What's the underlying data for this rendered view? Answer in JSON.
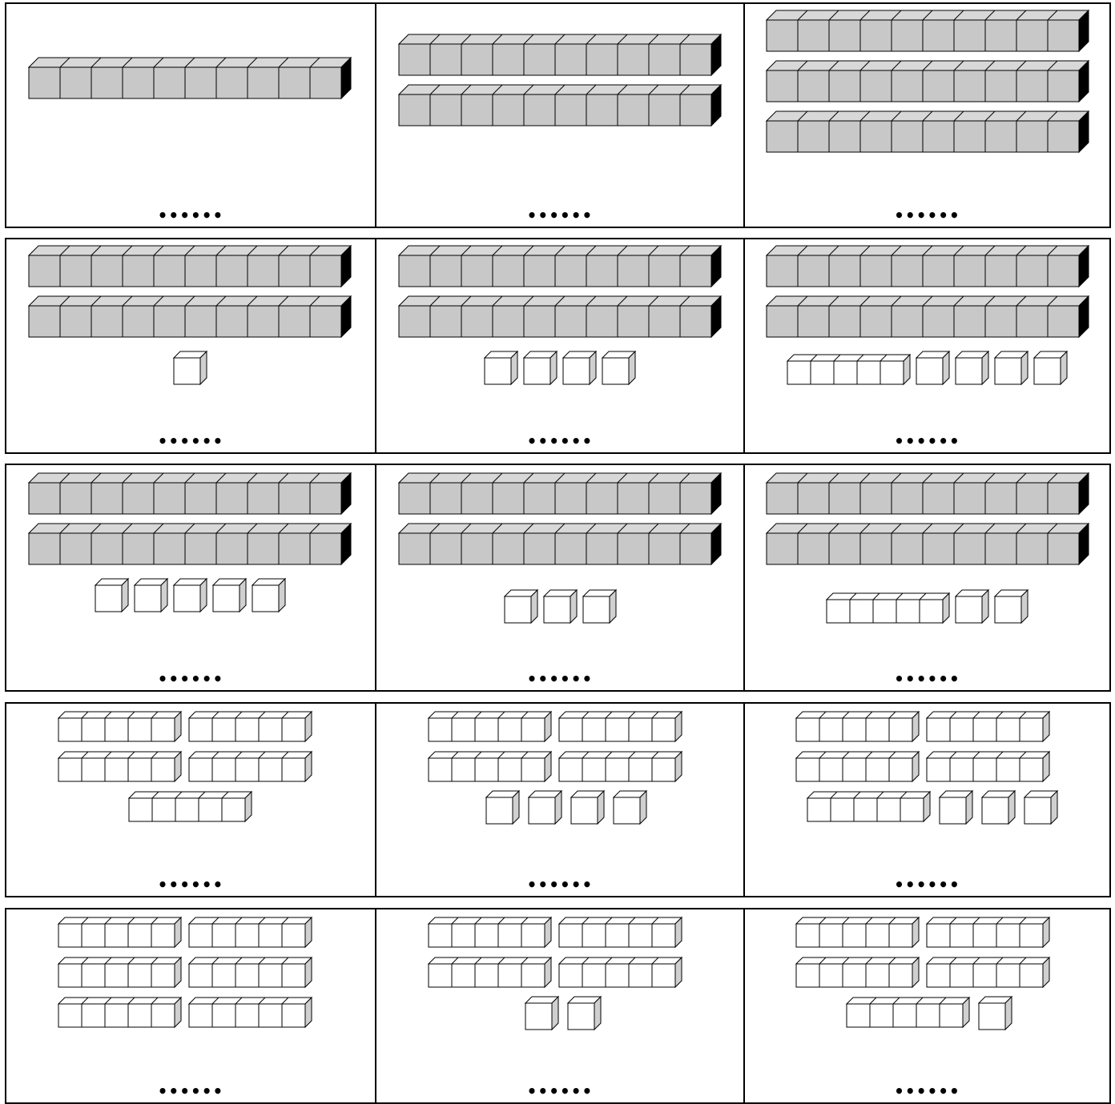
{
  "worksheet": {
    "answer_placeholder": "••••••",
    "colors": {
      "rod_face": "#c8c8c8",
      "rod_top": "#d8d8d8",
      "rod_side": "#000000",
      "unit_face": "#ffffff",
      "unit_side": "#d0d0d0",
      "stroke": "#000000"
    },
    "rows": [
      {
        "cells": [
          {
            "rods": 1,
            "fives": 0,
            "units": 0
          },
          {
            "rods": 2,
            "fives": 0,
            "units": 0
          },
          {
            "rods": 3,
            "fives": 0,
            "units": 0
          }
        ]
      },
      {
        "cells": [
          {
            "rods": 2,
            "fives": 0,
            "units": 1
          },
          {
            "rods": 2,
            "fives": 0,
            "units": 4
          },
          {
            "rods": 2,
            "fives": 1,
            "units": 4
          }
        ]
      },
      {
        "cells": [
          {
            "rods": 2,
            "fives": 0,
            "units": 5
          },
          {
            "rods": 2,
            "fives": 0,
            "units": 3
          },
          {
            "rods": 2,
            "fives": 1,
            "units": 2
          }
        ]
      },
      {
        "cells": [
          {
            "rods": 0,
            "fives": 5,
            "units": 0
          },
          {
            "rods": 0,
            "fives": 4,
            "units": 4
          },
          {
            "rods": 0,
            "fives": 5,
            "units": 3
          }
        ]
      },
      {
        "cells": [
          {
            "rods": 0,
            "fives": 6,
            "units": 0
          },
          {
            "rods": 0,
            "fives": 4,
            "units": 2
          },
          {
            "rods": 0,
            "fives": 5,
            "units": 1
          }
        ]
      }
    ]
  }
}
